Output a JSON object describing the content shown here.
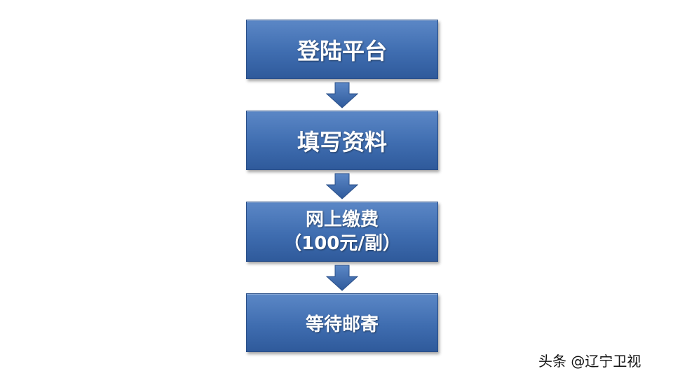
{
  "steps": [
    {
      "label": "登陆平台"
    },
    {
      "label": "填写资料"
    },
    {
      "label": "网上缴费",
      "sublabel": "（100元/副）"
    },
    {
      "label": "等待邮寄"
    }
  ],
  "colors": {
    "box": "#3f6db0",
    "arrow": "#3f6db0",
    "text": "#ffffff"
  },
  "watermark": "头条 @辽宁卫视"
}
